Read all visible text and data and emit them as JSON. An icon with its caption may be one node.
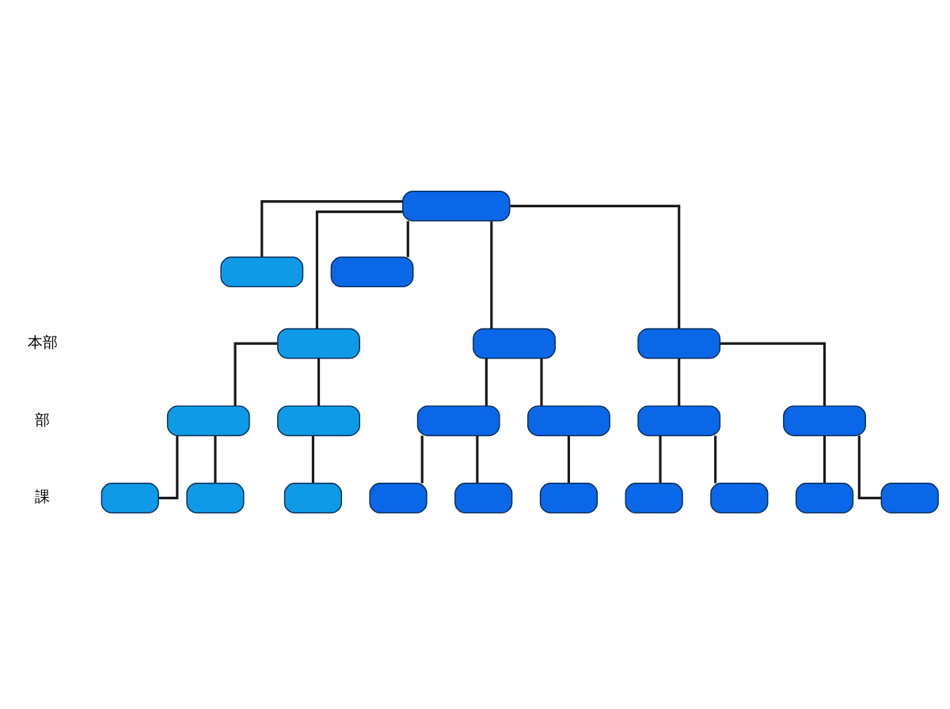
{
  "diagram": {
    "nodes": [
      {
        "text": [],
        "shape": "box"
      },
      {
        "text": [],
        "shape": "box"
      },
      {
        "text": [],
        "shape": "box"
      },
      {
        "text": [],
        "shape": "box"
      },
      {
        "text": [],
        "shape": "box"
      },
      {
        "text": [],
        "shape": "box"
      },
      {
        "text": [],
        "shape": "box"
      },
      {
        "text": [],
        "shape": "box"
      },
      {
        "text": [],
        "shape": "box"
      },
      {
        "text": [],
        "shape": "box"
      },
      {
        "text": [],
        "shape": "box"
      },
      {
        "text": [],
        "shape": "box"
      },
      {
        "text": [],
        "shape": "box"
      },
      {
        "text": [],
        "shape": "box"
      },
      {
        "text": [],
        "shape": "box"
      },
      {
        "text": [],
        "shape": "box"
      },
      {
        "text": [],
        "shape": "box"
      },
      {
        "text": [],
        "shape": "box"
      },
      {
        "text": [],
        "shape": "box"
      },
      {
        "text": [],
        "shape": "box"
      },
      {
        "text": [],
        "shape": "box"
      },
      {
        "text": [],
        "shape": "box"
      }
    ],
    "edges": [
      {
        "from": 0,
        "to": 1,
        "arrow": "none"
      },
      {
        "from": 0,
        "to": 2,
        "arrow": "none"
      },
      {
        "from": 0,
        "to": 3,
        "arrow": "none"
      },
      {
        "from": 0,
        "to": 4,
        "arrow": "none"
      },
      {
        "from": 0,
        "to": 5,
        "arrow": "none"
      },
      {
        "from": 3,
        "to": 6,
        "arrow": "none"
      },
      {
        "from": 3,
        "to": 7,
        "arrow": "none"
      },
      {
        "from": 4,
        "to": 8,
        "arrow": "none"
      },
      {
        "from": 4,
        "to": 9,
        "arrow": "none"
      },
      {
        "from": 5,
        "to": 10,
        "arrow": "none"
      },
      {
        "from": 5,
        "to": 11,
        "arrow": "none"
      },
      {
        "from": 6,
        "to": 12,
        "arrow": "none"
      },
      {
        "from": 6,
        "to": 13,
        "arrow": "none"
      },
      {
        "from": 7,
        "to": 14,
        "arrow": "none"
      },
      {
        "from": 8,
        "to": 15,
        "arrow": "none"
      },
      {
        "from": 8,
        "to": 16,
        "arrow": "none"
      },
      {
        "from": 9,
        "to": 17,
        "arrow": "none"
      },
      {
        "from": 10,
        "to": 18,
        "arrow": "none"
      },
      {
        "from": 10,
        "to": 19,
        "arrow": "none"
      },
      {
        "from": 11,
        "to": 20,
        "arrow": "none"
      },
      {
        "from": 11,
        "to": 21,
        "arrow": "none"
      }
    ],
    "labels": [
      "本部",
      "部",
      "課"
    ]
  }
}
